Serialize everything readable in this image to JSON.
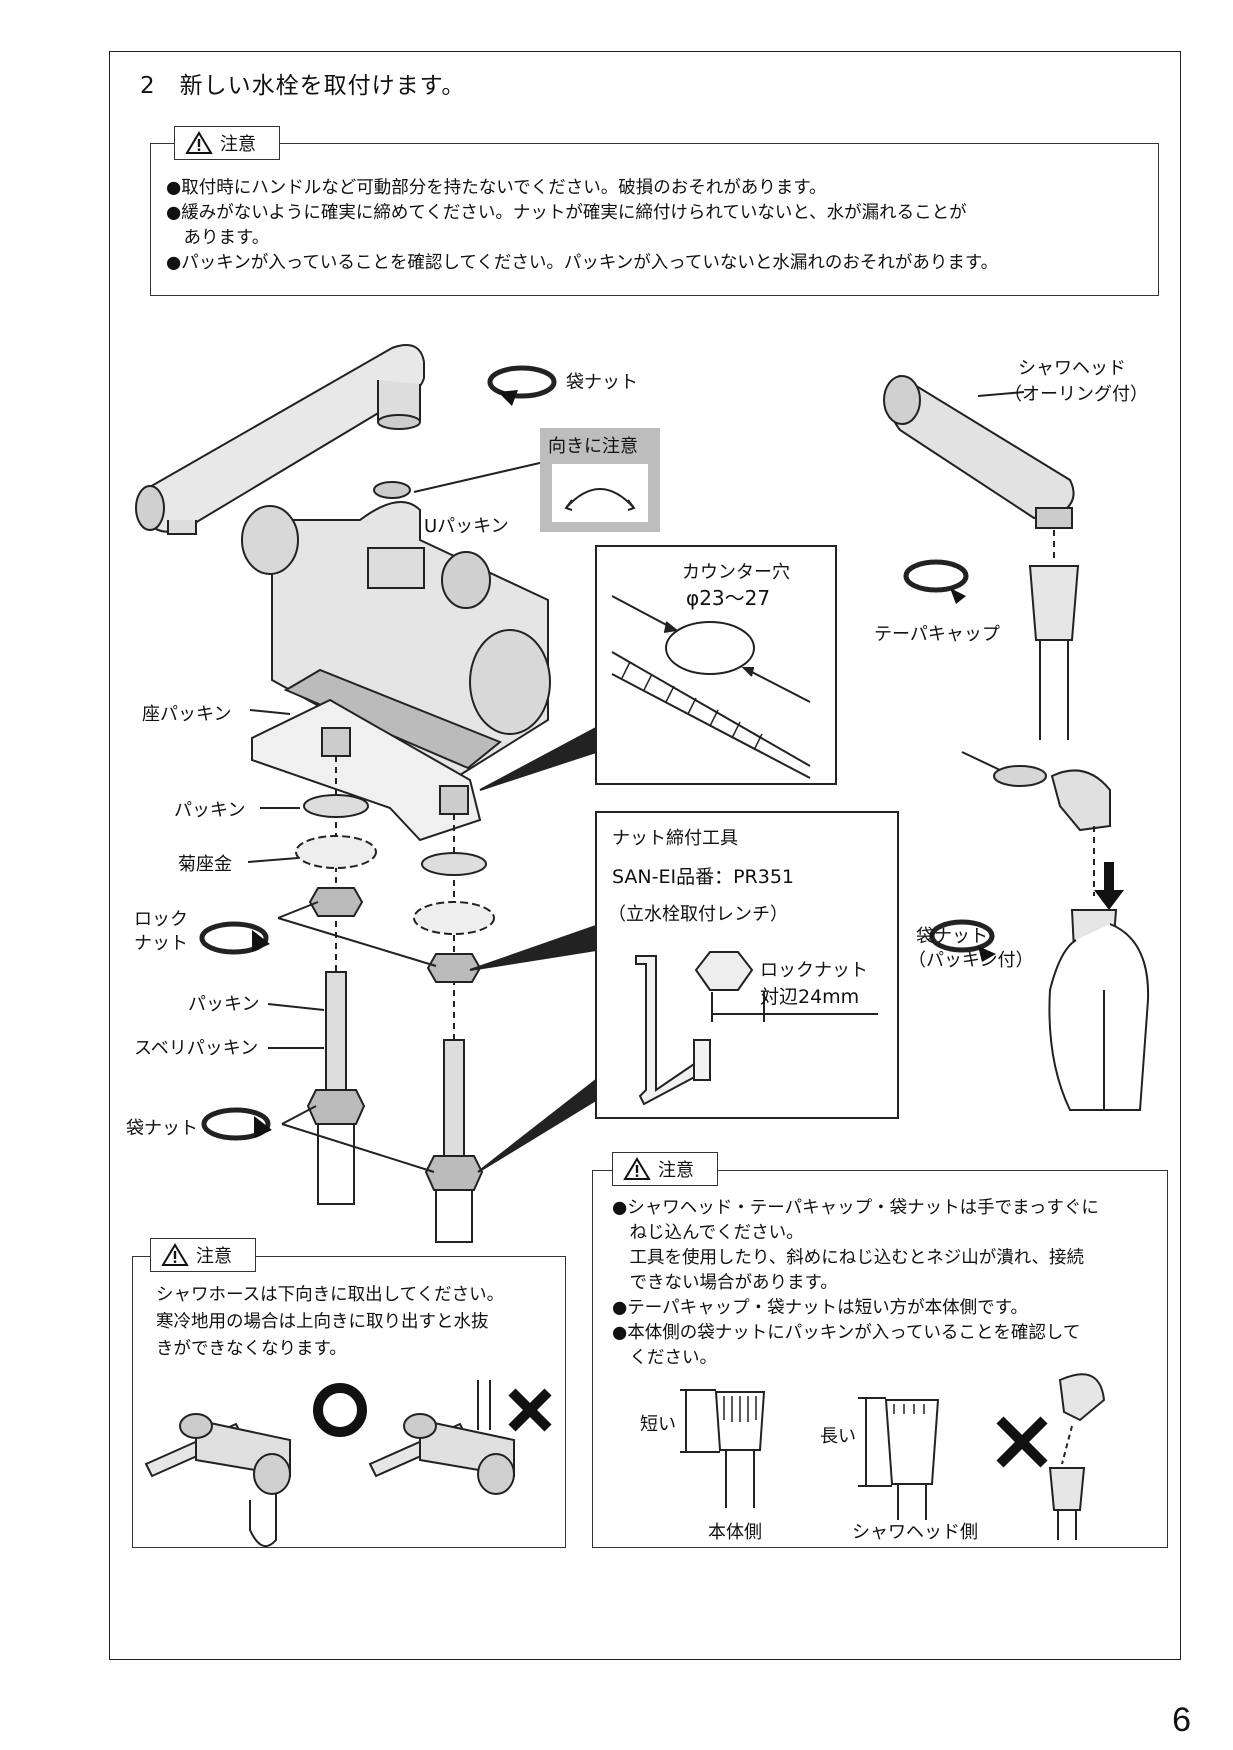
{
  "step_title": "2　新しい水栓を取付けます。",
  "caution_label": "注意",
  "caution_top": {
    "lines": [
      "●取付時にハンドルなど可動部分を持たないでください。破損のおそれがあります。",
      "●緩みがないように確実に締めてください。ナットが確実に締付けられていないと、水が漏れることが",
      "　あります。",
      "●パッキンが入っていることを確認してください。パッキンが入っていないと水漏れのおそれがあります。"
    ]
  },
  "labels": {
    "fukuro_nut_top": "袋ナット",
    "muki_ni_chui": "向きに注意",
    "u_packing": "Uパッキン",
    "shower_head": "シャワヘッド",
    "o_ring": "（オーリング付）",
    "counter_hole": "カウンター穴",
    "counter_dia": "φ23～27",
    "taper_cap": "テーパキャップ",
    "za_packing": "座パッキン",
    "packing_1": "パッキン",
    "kiku_zagane": "菊座金",
    "lock_nut_1": "ロック",
    "lock_nut_2": "ナット",
    "packing_2": "パッキン",
    "suberi_packing": "スベリパッキン",
    "fukuro_nut_bottom": "袋ナット",
    "fukuro_nut_right": "袋ナット",
    "fukuro_nut_right_sub": "（パッキン付）",
    "tool_title": "ナット締付工具",
    "tool_part": "SAN-EI品番：PR351",
    "tool_name": "（立水栓取付レンチ）",
    "lock_nut_label": "ロックナット",
    "lock_nut_size": "対辺24mm"
  },
  "caution_left": {
    "lines": [
      "シャワホースは下向きに取出してください。",
      "寒冷地用の場合は上向きに取り出すと水抜",
      "きができなくなります。"
    ]
  },
  "caution_right": {
    "lines": [
      "●シャワヘッド・テーパキャップ・袋ナットは手でまっすぐに",
      "　ねじ込んでください。",
      "　工具を使用したり、斜めにねじ込むとネジ山が潰れ、接続",
      "　できない場合があります。",
      "●テーパキャップ・袋ナットは短い方が本体側です。",
      "●本体側の袋ナットにパッキンが入っていることを確認して",
      "　ください。"
    ],
    "short_label": "短い",
    "long_label": "長い",
    "body_side": "本体側",
    "shower_side": "シャワヘッド側"
  },
  "page_number": "6"
}
